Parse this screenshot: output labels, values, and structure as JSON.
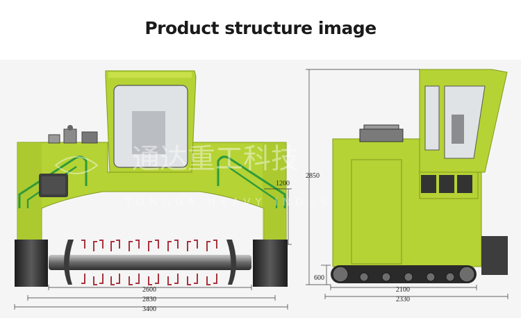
{
  "title": "Product structure image",
  "watermark": {
    "cn": "通达重工科技",
    "en": "TONGDA HEAVY INDUSTRY"
  },
  "dimensions": {
    "front_height_right": "1200",
    "front_width_inner": "2600",
    "front_width_mid": "2830",
    "front_width_total": "3400",
    "side_height_total": "2850",
    "side_track_height": "600",
    "side_track_length": "2100",
    "side_total_length": "2330"
  },
  "colors": {
    "body": "#b5d335",
    "body_dark": "#9fbd28",
    "cab_glass": "#dfe3e6",
    "frame_dark": "#3d3d3d",
    "rail_green": "#2e9a3a",
    "tine_red": "#a8323c"
  }
}
